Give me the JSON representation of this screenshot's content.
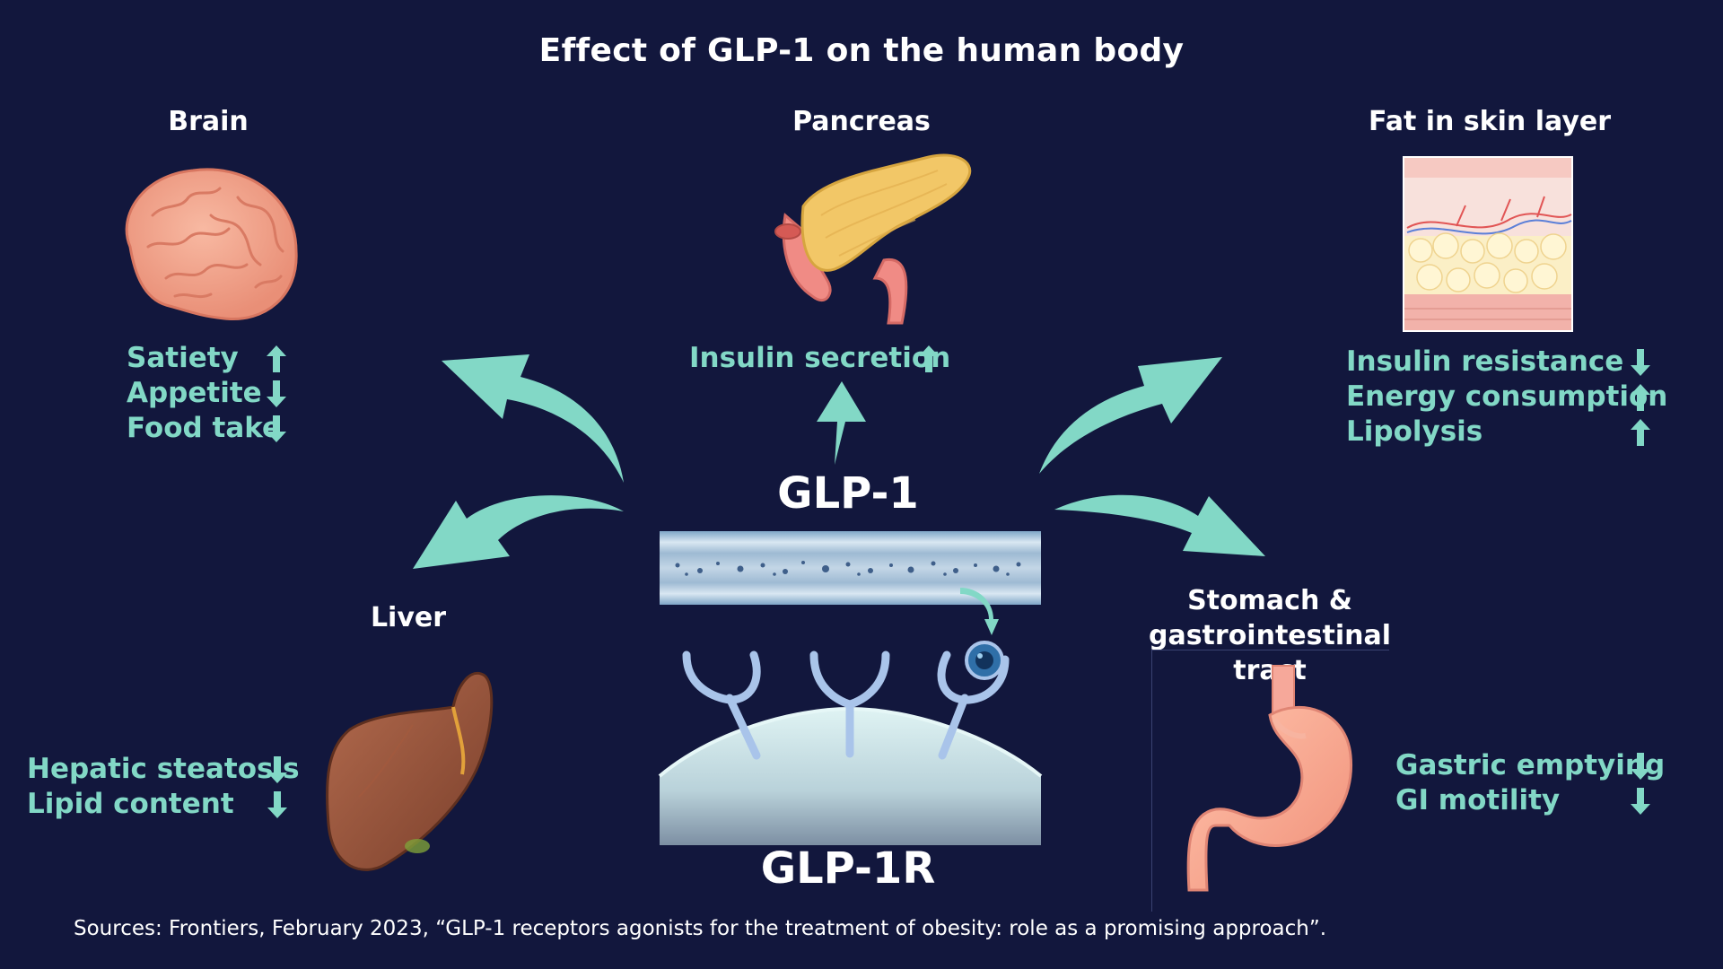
{
  "title": "Effect of GLP-1 on the human body",
  "source": "Sources: Frontiers, February 2023, “GLP-1 receptors agonists for the treatment of obesity: role as a promising approach”.",
  "center": {
    "ligand": "GLP-1",
    "receptor": "GLP-1R"
  },
  "colors": {
    "background": "#12173d",
    "accent": "#82d8c6",
    "text": "#ffffff"
  },
  "organs": {
    "brain": {
      "label": "Brain",
      "icon": "brain-icon",
      "effects": [
        {
          "text": "Satiety",
          "direction": "up"
        },
        {
          "text": "Appetite",
          "direction": "down"
        },
        {
          "text": "Food take",
          "direction": "down"
        }
      ]
    },
    "pancreas": {
      "label": "Pancreas",
      "icon": "pancreas-icon",
      "effects": [
        {
          "text": "Insulin secretion",
          "direction": "up"
        }
      ]
    },
    "fat": {
      "label": "Fat in skin layer",
      "icon": "skin-fat-icon",
      "effects": [
        {
          "text": "Insulin resistance",
          "direction": "down"
        },
        {
          "text": "Energy consumption",
          "direction": "up"
        },
        {
          "text": "Lipolysis",
          "direction": "up"
        }
      ]
    },
    "liver": {
      "label": "Liver",
      "icon": "liver-icon",
      "effects": [
        {
          "text": "Hepatic steatosis",
          "direction": "down"
        },
        {
          "text": "Lipid content",
          "direction": "down"
        }
      ]
    },
    "stomach": {
      "label_line1": "Stomach &",
      "label_line2": "gastrointestinal tract",
      "icon": "stomach-icon",
      "effects": [
        {
          "text": "Gastric emptying",
          "direction": "down"
        },
        {
          "text": "GI motility",
          "direction": "down"
        }
      ]
    }
  }
}
